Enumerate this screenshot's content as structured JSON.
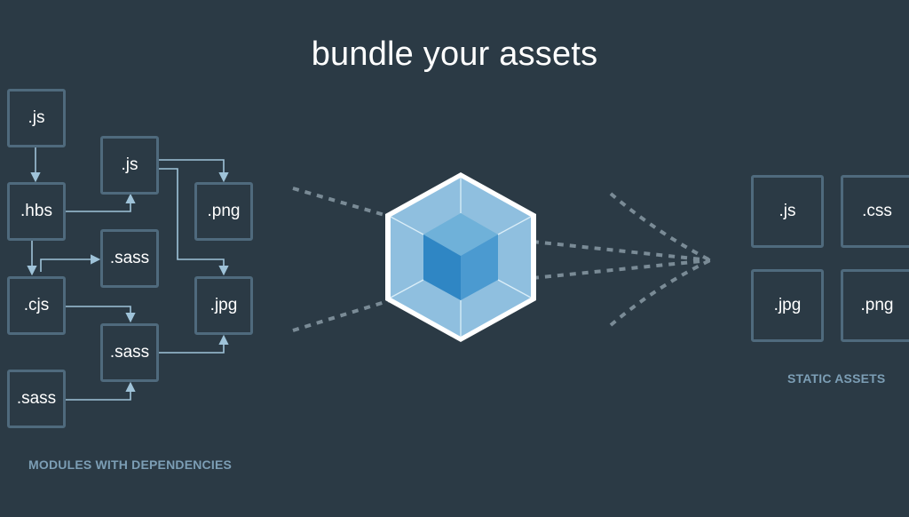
{
  "title": "bundle your assets",
  "modules": {
    "caption": "MODULES WITH DEPENDENCIES",
    "items": [
      ".js",
      ".hbs",
      ".cjs",
      ".sass",
      ".js",
      ".sass",
      ".sass",
      ".png",
      ".jpg"
    ]
  },
  "static_assets": {
    "caption": "STATIC ASSETS",
    "items": [
      ".js",
      ".css",
      ".jpg",
      ".png"
    ]
  },
  "colors": {
    "background": "#2b3a45",
    "box_border": "#4f6a7d",
    "connector": "#9fc3d9",
    "caption": "#7c9eb5",
    "cube_light": "#8ed6fb",
    "cube_dark": "#1c78c0",
    "dashed_line": "#7a8b96"
  },
  "icon": "webpack-cube-icon"
}
